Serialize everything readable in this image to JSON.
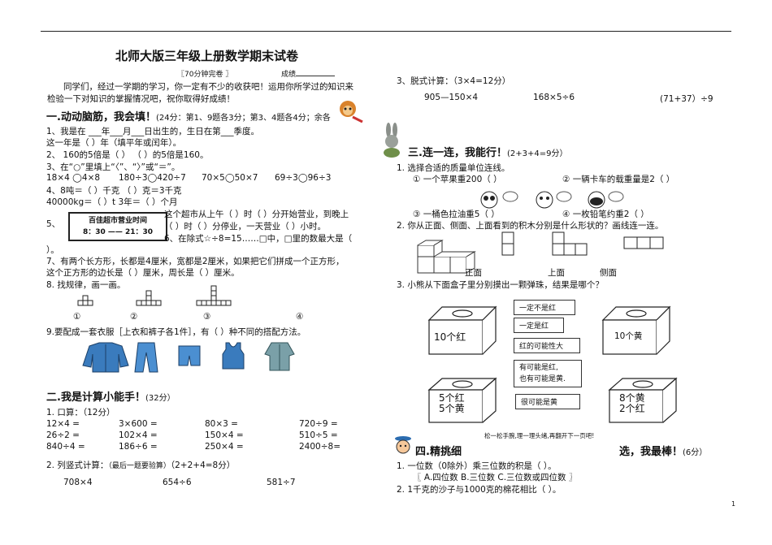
{
  "header": {
    "title": "北师大版三年级上册数学期末试卷",
    "time_note": "〖70分钟完卷 〗",
    "score_label": "成绩",
    "intro_line1": "同学们，经过一学期的学习，你一定有不少的收获吧！运用你所学过的知识来",
    "intro_line2": "检验一下对知识的掌握情况吧，祝你取得好成绩！"
  },
  "section1": {
    "heading": "一.动动脑筋，我会填！",
    "note": "(24分：第1、9题各3分；第3、4题各4分；余各",
    "q1a": "1、我是在 ___年___月___日出生的，生日在第___季度。",
    "q1b": "这一年是（    ）年（填平年或闰年）。",
    "q2": "2、  160的5倍是（      ）          （      ）的5倍是160。",
    "q3": "3、在“○”里填上“〈”、“〉”或“＝”。",
    "q3_items": [
      "18×4 ◯4×8",
      "180÷3◯420÷7",
      "70×5◯50×7",
      "69÷3◯96÷3"
    ],
    "q4a": "4、8吨＝（      ）千克         （      ）克＝3千克",
    "q4b": "40000kg＝（      ）t          3年＝（      ）个月",
    "q5_label": "5、",
    "store_title": "百佳超市营业时间",
    "store_hours": "8：30 —— 21：30",
    "q5a": "这个超市从上午（    ）时（    ）分开始营业，到晚上",
    "q5b": "（  ）时（  ）分停业，一天营业（  ）小时。",
    "q6": "6、在除式☆÷8=15……□中，□里的数最大是（",
    "q6b": "）。",
    "q7a": "7、有两个长方形，长都是4厘米，宽都是2厘米，如果把它们拼成一个正方形，",
    "q7b": "这个正方形的边长是（      ）厘米，周长是（      ）厘米。",
    "q8": "8. 找规律，画一画。",
    "q8_labels": [
      "①",
      "②",
      "③",
      "④"
    ],
    "q9": "9.要配成一套衣服［上衣和裤子各1件］，有（    ）种不同的搭配方法。",
    "clothes_icons": [
      "jacket-icon",
      "trousers-icon",
      "shorts-icon",
      "vest-icon",
      "coat-icon"
    ]
  },
  "section2": {
    "heading": "二.我是计算小能手！",
    "note": "(32分）",
    "oral_title": "1. 口算：（12分）",
    "oral": [
      [
        "12×4 =",
        "3×600 =",
        "80×3 =",
        "720÷9 ="
      ],
      [
        "26÷2 =",
        "102×4 =",
        "150×4 =",
        "510÷5 ="
      ],
      [
        "840÷4 =",
        "186÷6 =",
        "250×4 =",
        "2400÷8="
      ]
    ],
    "vertical_title": "2. 列竖式计算：",
    "vertical_note": "（最后一题要验算）",
    "vertical_points": "（2+2+4=8分）",
    "vertical": [
      "708×4",
      "654÷6",
      "581÷7"
    ]
  },
  "section3pre": {
    "heading": "3、脱式计算：（3×4=12分）",
    "items": [
      "905—150×4",
      "168×5÷6",
      "(71+37）÷9"
    ]
  },
  "section3": {
    "heading": "三.连一连，我能行！",
    "points": "(2+3+4=9分）",
    "q1": "1. 选择合适的质量单位连线。",
    "q1_items": [
      "① 一个苹果重200（    ）",
      "② 一辆卡车的载重量是2（    ）",
      "③ 一桶色拉油重5（    ）",
      "④ 一枚铅笔约重2（    ）"
    ],
    "q2": "2. 你从正面、侧面、上面看到的积木分别是什么形状的？画线连一连。",
    "view_labels": [
      "正面",
      "上面",
      "侧面"
    ],
    "q3": "3. 小熊从下面盒子里分别摸出一颗弹珠，结果是哪个？",
    "boxes": [
      "10个红",
      "10个黄",
      "5个红\n5个黄",
      "8个黄\n2个红"
    ],
    "cards": [
      "一定不是红",
      "一定是红",
      "红的可能性大",
      "有可能是红,\n也有可能是黄.",
      "很可能是黄"
    ],
    "relax": "松一松手腕,理一理头绪,再翻开下一页吧!"
  },
  "section4": {
    "heading": "四.精挑细",
    "heading2": "选，我最棒！",
    "points": "(6分）",
    "q1": "1. 一位数（0除外）乘三位数的积是（    ）。",
    "q1_opts": "〖     A.四位数        B.三位数         C.三位数或四位数   〗",
    "q2": "2. 1千克的沙子与1000克的棉花相比（    ）。"
  },
  "footer": {
    "page": "1"
  }
}
